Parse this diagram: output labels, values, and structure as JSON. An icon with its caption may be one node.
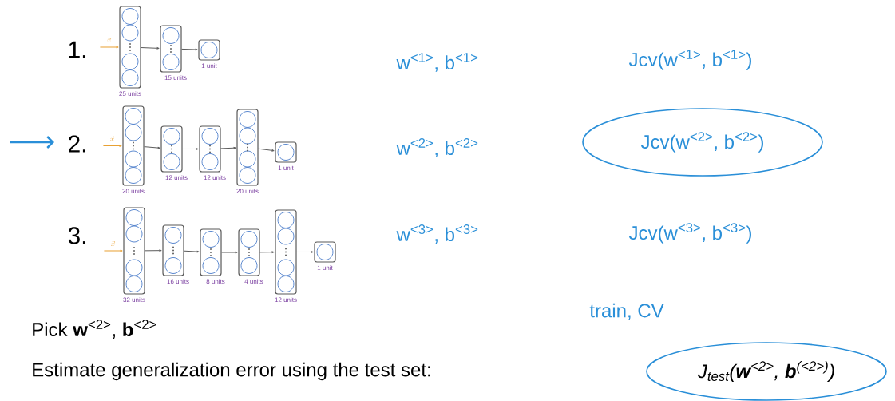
{
  "diagram": {
    "nodes": [
      {
        "text": [],
        "shape": "box",
        "beside": [
          "25 units"
        ]
      },
      {
        "text": [],
        "shape": "box",
        "beside": [
          "15 units"
        ]
      },
      {
        "text": [],
        "shape": "box",
        "beside": [
          "1 unit"
        ]
      },
      {
        "text": [],
        "shape": "box",
        "beside": [
          "20 units"
        ]
      },
      {
        "text": [],
        "shape": "box",
        "beside": [
          "12 units"
        ]
      },
      {
        "text": [],
        "shape": "box",
        "beside": [
          "12 units"
        ]
      },
      {
        "text": [],
        "shape": "box",
        "beside": [
          "20 units"
        ]
      },
      {
        "text": [],
        "shape": "box",
        "beside": [
          "1 unit"
        ]
      },
      {
        "text": [],
        "shape": "box",
        "beside": [
          "32 units"
        ]
      },
      {
        "text": [],
        "shape": "box",
        "beside": [
          "16 units"
        ]
      },
      {
        "text": [],
        "shape": "box",
        "beside": [
          "8 units"
        ]
      },
      {
        "text": [],
        "shape": "box",
        "beside": [
          "4 units"
        ]
      },
      {
        "text": [],
        "shape": "box",
        "beside": [
          "12 units"
        ]
      },
      {
        "text": [],
        "shape": "box",
        "beside": [
          "1 unit"
        ]
      },
      {
        "text": [
          "Jcv(w$^{<2>}$, b$^{<2>}$)"
        ]
      },
      {
        "text": [
          "J$_{test}$(**w**$^{<2>}$, **b**$^{(<2>)}$)"
        ]
      }
    ],
    "edges": [
      {
        "from": null,
        "to": 0,
        "arrow": "to",
        "label": "\\vec{x}",
        "color": "#e8a030"
      },
      {
        "from": 0,
        "to": 1,
        "arrow": "to"
      },
      {
        "from": 1,
        "to": 2,
        "arrow": "to"
      },
      {
        "from": null,
        "to": 3,
        "arrow": "to",
        "label": "\\vec{x}",
        "color": "#e8a030"
      },
      {
        "from": 3,
        "to": 4,
        "arrow": "to"
      },
      {
        "from": 4,
        "to": 5,
        "arrow": "to"
      },
      {
        "from": 5,
        "to": 6,
        "arrow": "to"
      },
      {
        "from": 6,
        "to": 7,
        "arrow": "to"
      },
      {
        "from": null,
        "to": 8,
        "arrow": "to",
        "label": "\\vec{x}",
        "color": "#e8a030"
      },
      {
        "from": 8,
        "to": 9,
        "arrow": "to"
      },
      {
        "from": 9,
        "to": 10,
        "arrow": "to"
      },
      {
        "from": 10,
        "to": 11,
        "arrow": "to"
      },
      {
        "from": 11,
        "to": 12,
        "arrow": "to"
      },
      {
        "from": 12,
        "to": 13,
        "arrow": "to"
      }
    ],
    "labels": [
      "1.",
      "w$^{<1>}$, b$^{<1>}$",
      "Jcv(w$^{<1>}$, b$^{<1>}$)",
      "2.",
      "w$^{<2>}$, b$^{<2>}$",
      "3.",
      "w$^{<3>}$, b$^{<3>}$",
      "Jcv(w$^{<3>}$, b$^{<3>}$)",
      "train, CV",
      "Pick **w**$^{<2>}$, **b**$^{<2>}$",
      "Estimate generalization error using the test set:"
    ]
  }
}
